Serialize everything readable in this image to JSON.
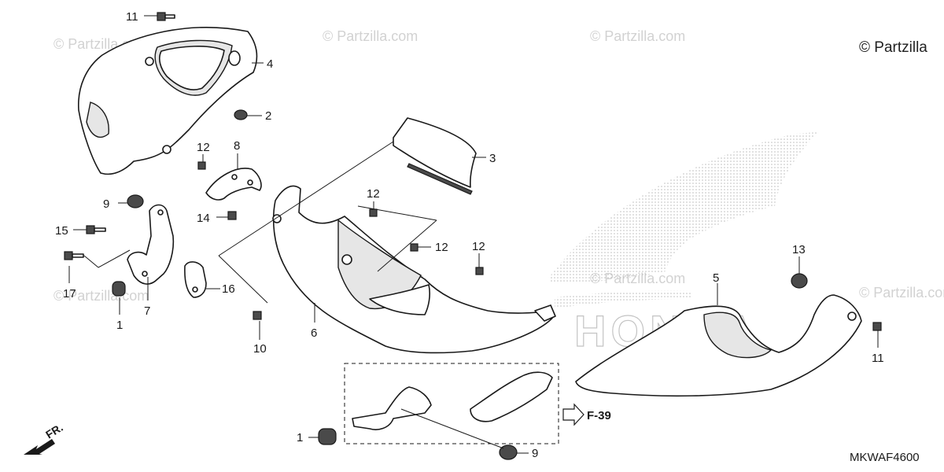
{
  "watermark": {
    "text": "© Partzilla.com",
    "main_text": "© Partzilla"
  },
  "logo": {
    "text": "HONDA"
  },
  "callouts": [
    {
      "id": "c11a",
      "label": "11"
    },
    {
      "id": "c4",
      "label": "4"
    },
    {
      "id": "c2",
      "label": "2"
    },
    {
      "id": "c12a",
      "label": "12"
    },
    {
      "id": "c8",
      "label": "8"
    },
    {
      "id": "c3",
      "label": "3"
    },
    {
      "id": "c9a",
      "label": "9"
    },
    {
      "id": "c15",
      "label": "15"
    },
    {
      "id": "c14",
      "label": "14"
    },
    {
      "id": "c12b",
      "label": "12"
    },
    {
      "id": "c17",
      "label": "17"
    },
    {
      "id": "c12c",
      "label": "12"
    },
    {
      "id": "c12d",
      "label": "12"
    },
    {
      "id": "c16",
      "label": "16"
    },
    {
      "id": "c1a",
      "label": "1"
    },
    {
      "id": "c7",
      "label": "7"
    },
    {
      "id": "c6",
      "label": "6"
    },
    {
      "id": "c10",
      "label": "10"
    },
    {
      "id": "c13",
      "label": "13"
    },
    {
      "id": "c5",
      "label": "5"
    },
    {
      "id": "c11b",
      "label": "11"
    },
    {
      "id": "c1b",
      "label": "1"
    },
    {
      "id": "c9b",
      "label": "9"
    }
  ],
  "reference": {
    "label": "F-39"
  },
  "front_indicator": {
    "label": "FR."
  },
  "diagram_code": "MKWAF4600"
}
